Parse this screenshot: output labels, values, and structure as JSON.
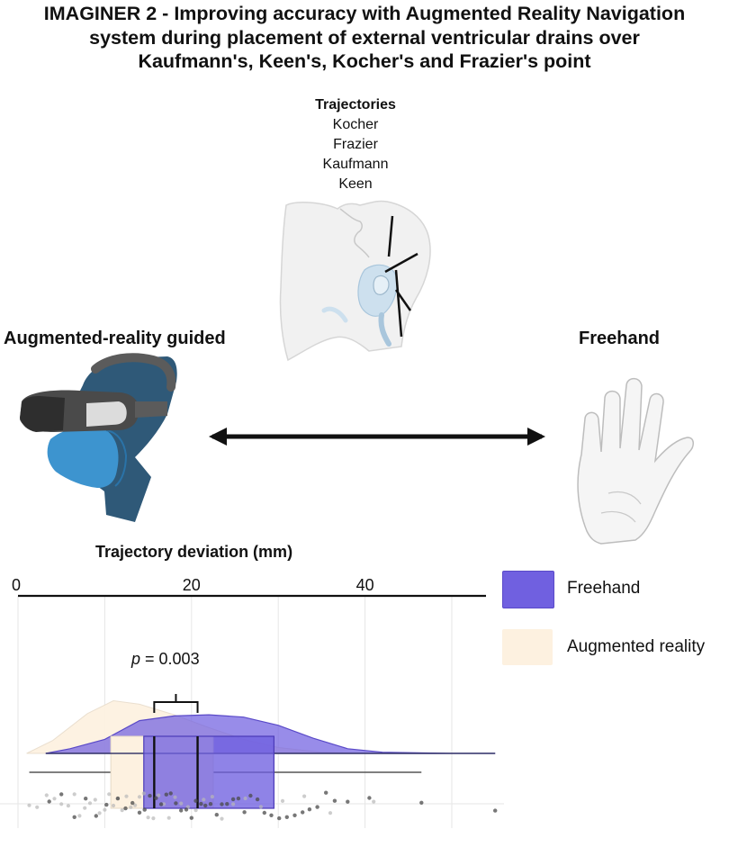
{
  "title_lines": [
    "IMAGINER 2 - Improving accuracy with Augmented Reality Navigation",
    "system during placement of external ventricular drains over",
    "Kaufmann's, Keen's, Kocher's and Frazier's point"
  ],
  "trajectories": {
    "heading": "Trajectories",
    "items": [
      "Kocher",
      "Frazier",
      "Kaufmann",
      "Keen"
    ]
  },
  "groups": {
    "left_label": "Augmented-reality guided",
    "right_label": "Freehand"
  },
  "icons": [
    "ar-headset-head-icon",
    "double-arrow-icon",
    "hand-icon",
    "head-profile-icon"
  ],
  "colors": {
    "freehand": "#7060e0",
    "augmented_reality": "#fdf1e0",
    "axis": "#111111"
  },
  "chart_data": {
    "type": "raincloud",
    "xlabel": "Trajectory deviation (mm)",
    "xticks": [
      0,
      20,
      40
    ],
    "xlim": [
      0,
      55
    ],
    "grid": true,
    "legend": [
      {
        "name": "Freehand",
        "color": "#7060e0"
      },
      {
        "name": "Augmented reality",
        "color": "#fdf1e0"
      }
    ],
    "series": [
      {
        "name": "Freehand",
        "density": [
          [
            3.2,
            0.0
          ],
          [
            6,
            0.04
          ],
          [
            10,
            0.12
          ],
          [
            14,
            0.28
          ],
          [
            18,
            0.32
          ],
          [
            22,
            0.33
          ],
          [
            26,
            0.31
          ],
          [
            30,
            0.24
          ],
          [
            34,
            0.13
          ],
          [
            38,
            0.04
          ],
          [
            42,
            0.01
          ],
          [
            50,
            0.0
          ],
          [
            55,
            0.0
          ]
        ],
        "box": {
          "whisker_low": 3.2,
          "q1": 14.5,
          "median": 20.7,
          "q3": 29.5,
          "whisker_high": 55.0
        }
      },
      {
        "name": "Augmented reality",
        "density": [
          [
            1.0,
            0.0
          ],
          [
            4,
            0.11
          ],
          [
            8,
            0.34
          ],
          [
            11,
            0.45
          ],
          [
            14,
            0.42
          ],
          [
            18,
            0.33
          ],
          [
            22,
            0.22
          ],
          [
            26,
            0.12
          ],
          [
            30,
            0.05
          ],
          [
            35,
            0.01
          ],
          [
            40,
            0.0
          ],
          [
            45,
            0.0
          ]
        ],
        "box": {
          "whisker_low": 1.3,
          "q1": 10.7,
          "median": 15.7,
          "q3": 22.5,
          "whisker_high": 46.5
        }
      }
    ],
    "points_freehand": [
      3.6,
      5,
      6.5,
      7.8,
      9,
      10.2,
      11.5,
      12.4,
      13.2,
      14,
      14.6,
      15.2,
      15.9,
      16.5,
      17.1,
      17.6,
      18.2,
      18.8,
      19.4,
      20,
      20.5,
      21.1,
      21.6,
      22.2,
      22.9,
      23.5,
      24.1,
      24.8,
      25.4,
      26.1,
      26.8,
      27.6,
      28.4,
      29.2,
      30.1,
      31,
      31.9,
      32.8,
      33.6,
      34.5,
      35.5,
      36.5,
      38,
      40.5,
      46.5,
      55
    ],
    "points_ar": [
      1.3,
      2.2,
      3.3,
      4.2,
      5,
      5.8,
      6.5,
      7.1,
      7.7,
      8.3,
      8.9,
      9.4,
      10,
      10.5,
      11,
      11.5,
      12,
      12.5,
      13,
      13.5,
      14,
      14.5,
      15,
      15.6,
      16.2,
      16.8,
      17.4,
      18.1,
      18.8,
      19.6,
      20.5,
      21.4,
      22.4,
      23.5,
      24.8,
      26.2,
      28,
      30.5,
      33,
      36,
      41
    ],
    "significance": {
      "label_prefix": "p",
      "label_value": " = 0.003",
      "between": [
        15.7,
        20.7
      ]
    }
  }
}
